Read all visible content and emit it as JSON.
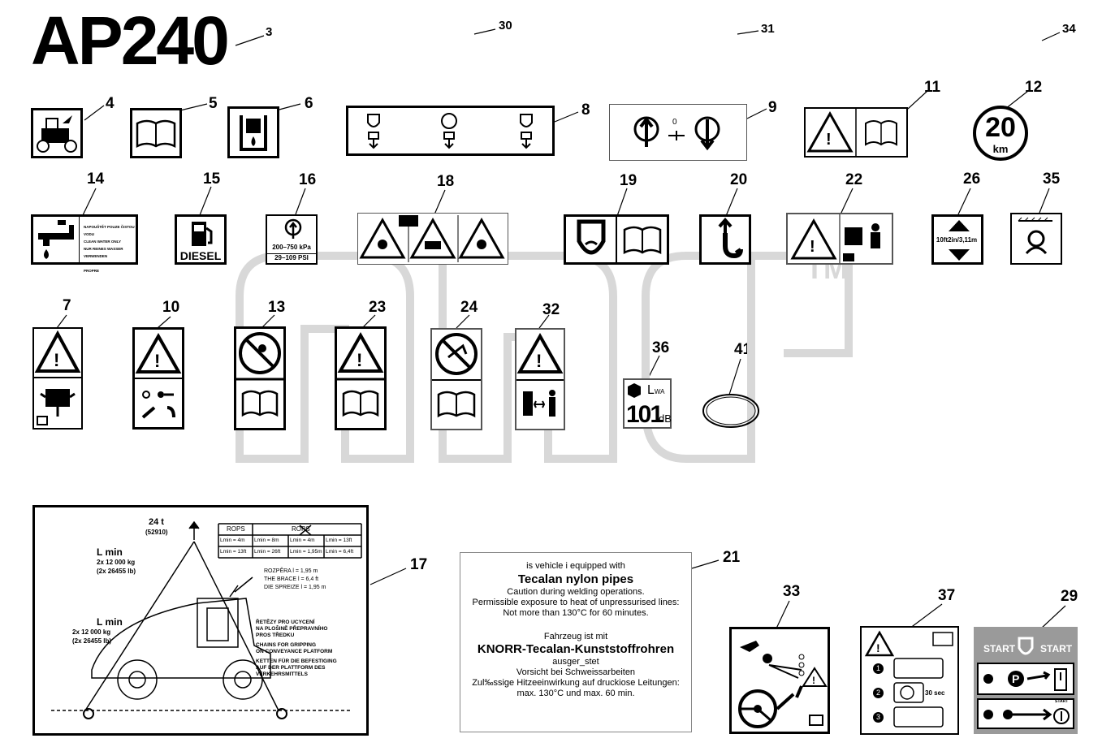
{
  "title": "AP240",
  "tm": "TM",
  "callouts": {
    "c3": "3",
    "c30": "30",
    "c31": "31",
    "c34": "34",
    "c4": "4",
    "c5": "5",
    "c6": "6",
    "c8": "8",
    "c9": "9",
    "c11": "11",
    "c12": "12",
    "c14": "14",
    "c15": "15",
    "c16": "16",
    "c18": "18",
    "c19": "19",
    "c20": "20",
    "c22": "22",
    "c26": "26",
    "c35": "35",
    "c7": "7",
    "c10": "10",
    "c13": "13",
    "c23": "23",
    "c24": "24",
    "c32": "32",
    "c36": "36",
    "c41": "41",
    "c17": "17",
    "c21": "21",
    "c33": "33",
    "c37": "37",
    "c29": "29"
  },
  "decal12": {
    "value": "20",
    "unit": "km"
  },
  "decal14": {
    "lines": [
      "NAPOUŠTĚT POUZE ČISTOU VODU",
      "CLEAN WATER ONLY",
      "NUR REINES WASSER VERWENDEN",
      "SEULEMENT DE L'EAU PROPRE"
    ]
  },
  "decal15": {
    "label": "DIESEL"
  },
  "decal16": {
    "pressure_kpa": "200–750 kPa",
    "pressure_psi": "29–109 PSI"
  },
  "decal26": {
    "height": "10ft2in/3,11m"
  },
  "decal36": {
    "lwa": "L",
    "lwa_sub": "WA",
    "value": "101",
    "unit": "dB"
  },
  "decal9": {
    "mid": "0"
  },
  "decal17": {
    "weight": "24 t",
    "weight_lb": "(52910)",
    "lmin1": "L min",
    "load1": "2x 12 000 kg",
    "load1_lb": "(2x 26455 lb)",
    "lmin2": "L min",
    "load2": "2x 12 000 kg",
    "load2_lb": "(2x 26455 lb)",
    "rops": "ROPS",
    "rops_crossed": "ROPS",
    "cells": [
      "Lmin = 4m",
      "Lmin = 8m",
      "Lmin = 4m",
      "Lmin = 13ft",
      "Lmin = 13ft",
      "Lmin = 26ft",
      "Lmin = 1,95m",
      "Lmin = 6,4ft"
    ],
    "brace": [
      "ROZPĚRA  l = 1,95 m",
      "THE BRACE  l = 6,4 ft",
      "DIE SPREIZE  l = 1,95 m"
    ],
    "chains": [
      "ŘETĚZY PRO UCYCENÍ",
      "NA PLOŠINĚ PŘEPRAVNÍHO",
      "PROS TŘEDKU",
      "CHAINS FOR GRIPPING",
      "ON CONVEYANCE PLATFORM",
      "KETTEN FÜR DIE BEFESTIGING",
      "AUF DER PLATTFORM DES",
      "VERKEHRSMITTELS"
    ]
  },
  "decal21": {
    "line1": "is vehicle i equipped with",
    "line2": "Tecalan nylon pipes",
    "line3": "Caution during welding operations.",
    "line4": "Permissible exposure to heat of unpressurised lines:",
    "line5": "Not more than 130°C for 60 minutes.",
    "line6": "Fahrzeug ist mit",
    "line7": "KNORR-Tecalan-Kunststoffrohren",
    "line8": "ausger_stet",
    "line9": "Vorsicht bei Schweissarbeiten",
    "line10": "Zul‰ssige Hitzeeinwirkung auf druckiose Leitungen:",
    "line11": "max. 130°C und max. 60 min."
  },
  "decal37": {
    "n1": "1",
    "n2": "2",
    "n3": "3",
    "sec": "30 sec"
  },
  "decal29": {
    "start_left": "START",
    "start_right": "START",
    "start_small": "START"
  }
}
